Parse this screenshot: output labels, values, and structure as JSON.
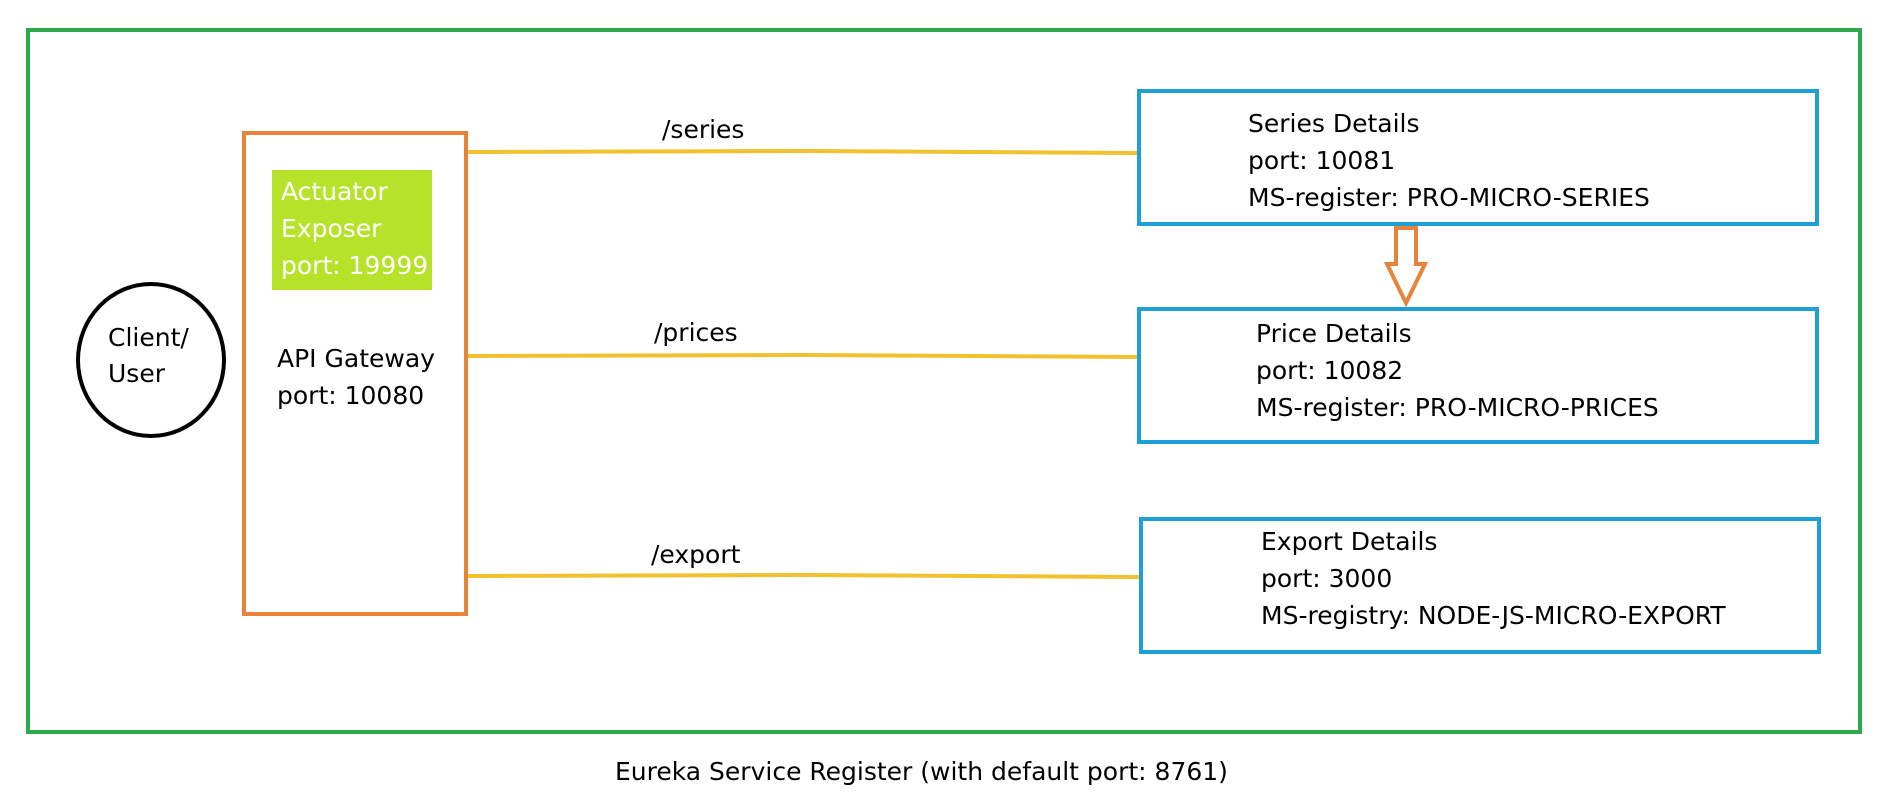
{
  "client": {
    "line1": "Client/",
    "line2": "User"
  },
  "actuator": {
    "line1": "Actuator",
    "line2": "Exposer",
    "line3": "port: 19999"
  },
  "gateway": {
    "line1": "API Gateway",
    "line2": "port: 10080"
  },
  "routes": {
    "series": "/series",
    "prices": "/prices",
    "export": "/export"
  },
  "services": {
    "series": {
      "name": "Series Details",
      "port": "port: 10081",
      "register": "MS-register: PRO-MICRO-SERIES"
    },
    "prices": {
      "name": "Price Details",
      "port": "port: 10082",
      "register": "MS-register: PRO-MICRO-PRICES"
    },
    "export": {
      "name": "Export Details",
      "port": "port: 3000",
      "register": "MS-registry: NODE-JS-MICRO-EXPORT"
    }
  },
  "footer": "Eureka Service Register (with default port: 8761)",
  "colors": {
    "outer_border": "#2ea84a",
    "gateway_border": "#e8843a",
    "actuator_fill": "#b6e32a",
    "service_border": "#1ea0d6",
    "route_line": "#f2c12e",
    "arrow": "#e8843a"
  }
}
